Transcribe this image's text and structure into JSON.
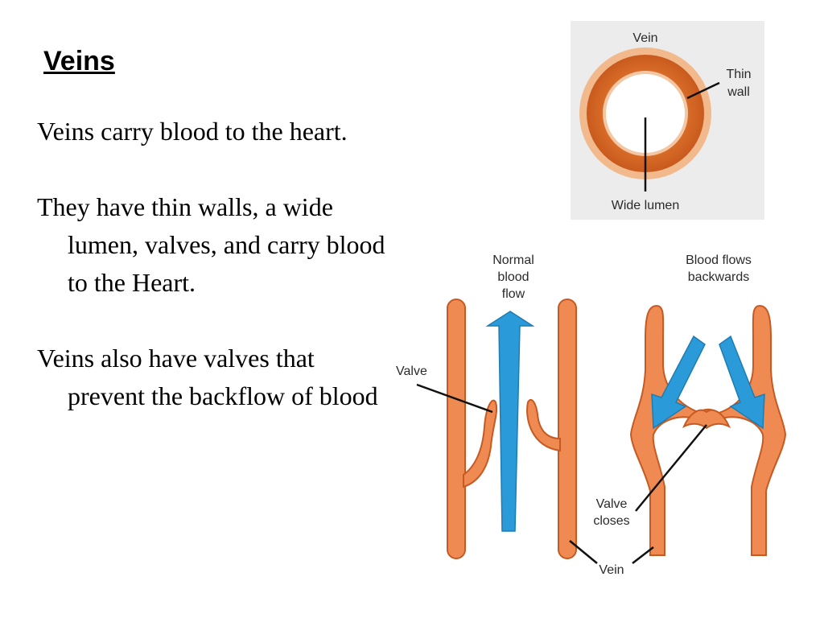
{
  "slide": {
    "title": "Veins",
    "bullets": [
      "Veins carry blood to the heart.",
      "They have thin walls, a wide lumen, valves, and carry blood to the Heart.",
      "Veins also have valves that prevent the backflow of blood"
    ]
  },
  "cross_section": {
    "label_vein": "Vein",
    "label_wall_1": "Thin",
    "label_wall_2": "wall",
    "label_lumen": "Wide lumen"
  },
  "valve_diagram": {
    "normal_flow_1": "Normal",
    "normal_flow_2": "blood",
    "normal_flow_3": "flow",
    "backward_1": "Blood flows",
    "backward_2": "backwards",
    "label_valve": "Valve",
    "valve_closes_1": "Valve",
    "valve_closes_2": "closes",
    "label_vein": "Vein"
  },
  "colors": {
    "vein_orange": "#ee8a52",
    "vein_outline": "#c65a22",
    "blood_blue": "#2b9ad8",
    "panel_bg": "#ececec"
  }
}
